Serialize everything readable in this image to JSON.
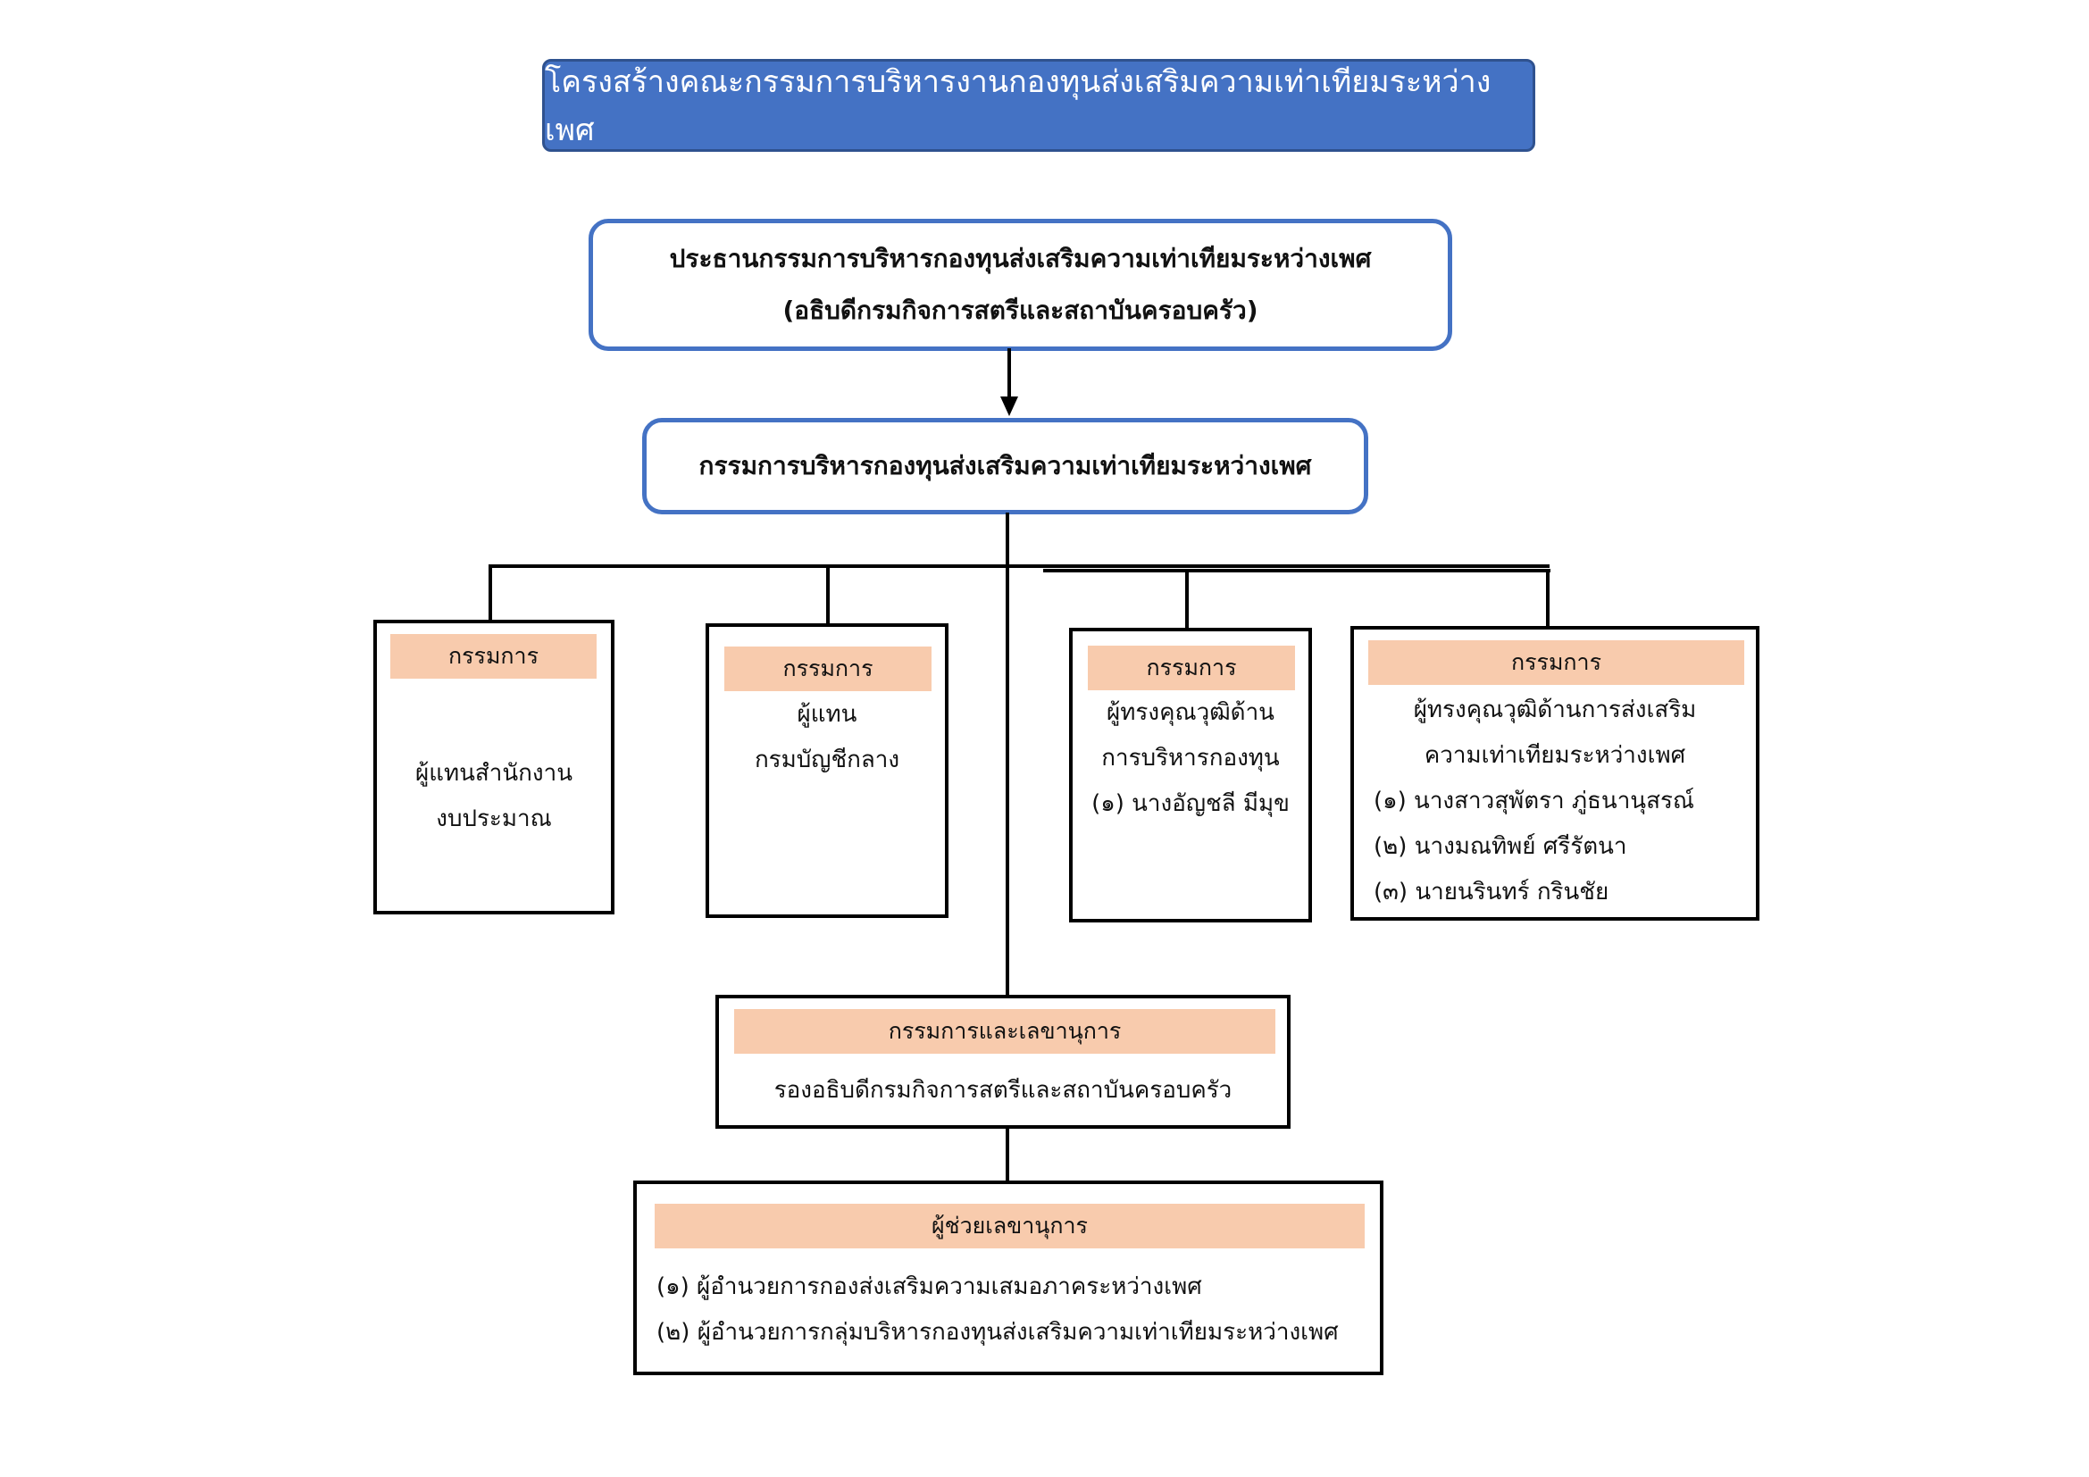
{
  "title": "โครงสร้างคณะกรรมการบริหารงานกองทุนส่งเสริมความเท่าเทียมระหว่างเพศ",
  "chairman": {
    "line1": "ประธานกรรมการบริหารกองทุนส่งเสริมความเท่าเทียมระหว่างเพศ",
    "line2": "(อธิบดีกรมกิจการสตรีและสถาบันครอบครัว)"
  },
  "board": {
    "label": "กรรมการบริหารกองทุนส่งเสริมความเท่าเทียมระหว่างเพศ"
  },
  "members": [
    {
      "header": "กรรมการ",
      "lines": [
        "ผู้แทนสำนักงาน",
        "งบประมาณ"
      ]
    },
    {
      "header": "กรรมการ",
      "lines": [
        "ผู้แทน",
        "กรมบัญชีกลาง"
      ]
    },
    {
      "header": "กรรมการ",
      "lines": [
        "ผู้ทรงคุณวุฒิด้าน",
        "การบริหารกองทุน",
        "(๑) นางอัญชลี มีมุข"
      ]
    },
    {
      "header": "กรรมการ",
      "lines": [
        "ผู้ทรงคุณวุฒิด้านการส่งเสริม",
        "ความเท่าเทียมระหว่างเพศ",
        "(๑) นางสาวสุพัตรา ภู่ธนานุสรณ์",
        "(๒) นางมณทิพย์  ศรีรัตนา",
        "(๓) นายนรินทร์ กรินชัย"
      ]
    }
  ],
  "secretary": {
    "header": "กรรมการและเลขานุการ",
    "line": "รองอธิบดีกรมกิจการสตรีและสถาบันครอบครัว"
  },
  "assistant": {
    "header": "ผู้ช่วยเลขานุการ",
    "lines": [
      "(๑) ผู้อำนวยการกองส่งเสริมความเสมอภาคระหว่างเพศ",
      "(๒) ผู้อำนวยการกลุ่มบริหารกองทุนส่งเสริมความเท่าเทียมระหว่างเพศ"
    ]
  }
}
